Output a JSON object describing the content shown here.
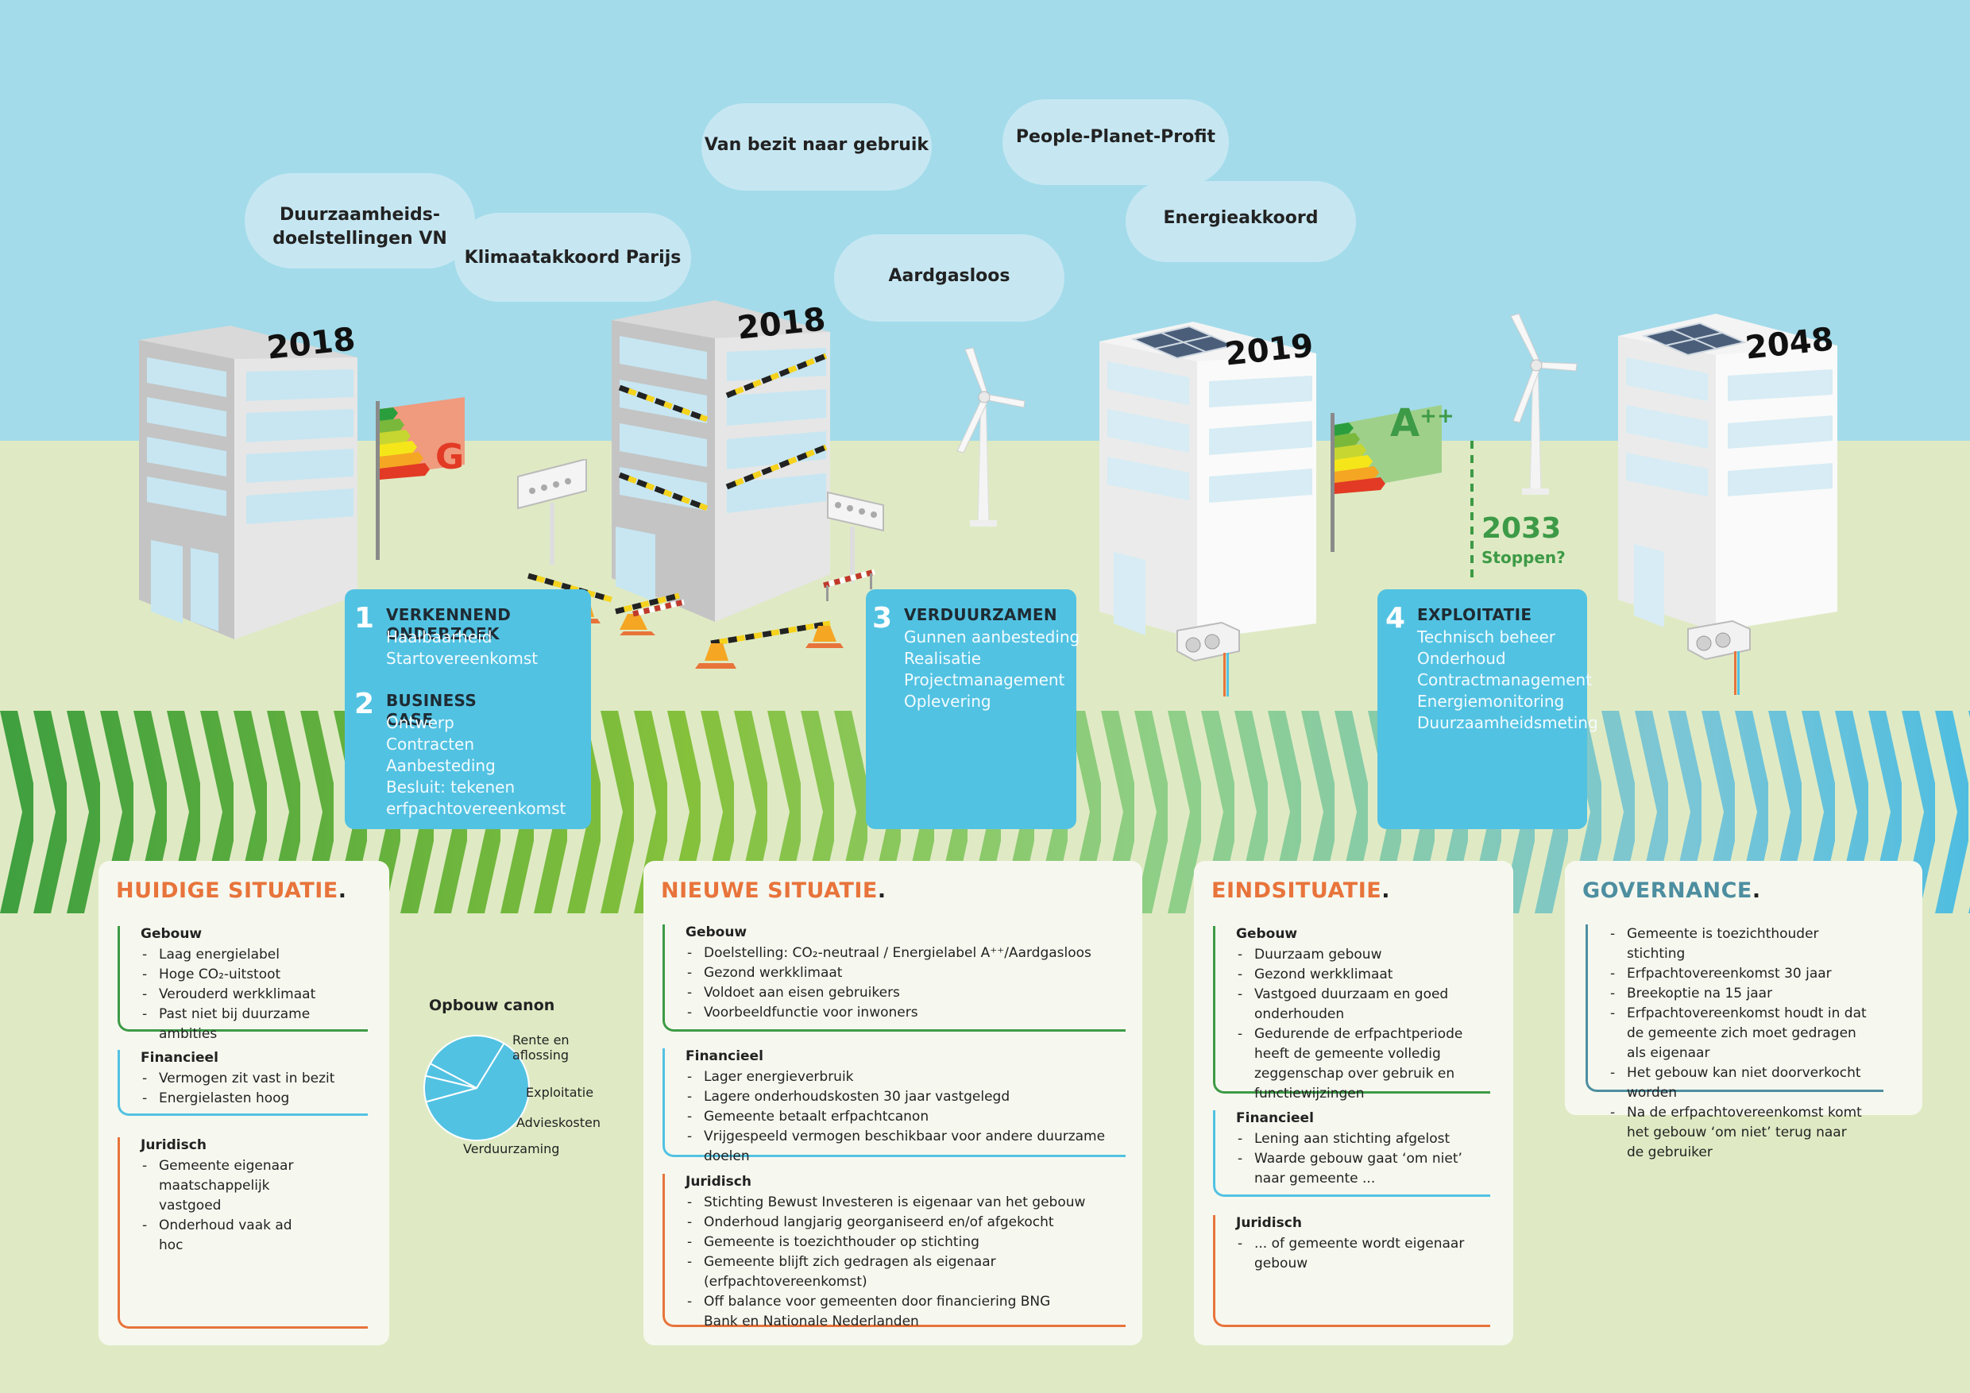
{
  "clouds": [
    "Duurzaamheids-\ndoelstellingen VN",
    "Klimaatakkoord Parijs",
    "Van bezit naar gebruik",
    "Aardgasloos",
    "People-Planet-Profit",
    "Energieakkoord"
  ],
  "years": [
    "2018",
    "2018",
    "2019",
    "2048"
  ],
  "labels": {
    "label_g": "G",
    "label_app": "A",
    "label_app_sup": "++",
    "stop_year": "2033",
    "stop_text": "Stoppen?"
  },
  "steps": [
    {
      "num": "1",
      "title": "VERKENNEND ONDERZOEK",
      "items": [
        "Haalbaarheid",
        "Startovereenkomst"
      ]
    },
    {
      "num": "2",
      "title": "BUSINESS CASE",
      "items": [
        "Ontwerp",
        "Contracten",
        "Aanbesteding",
        "Besluit: tekenen",
        "erfpachtovereenkomst"
      ]
    },
    {
      "num": "3",
      "title": "VERDUURZAMEN",
      "items": [
        "Gunnen aanbesteding",
        "Realisatie",
        "Projectmanagement",
        "Oplevering"
      ]
    },
    {
      "num": "4",
      "title": "EXPLOITATIE",
      "items": [
        "Technisch beheer",
        "Onderhoud",
        "Contractmanagement",
        "Energiemonitoring",
        "Duurzaamheidsmeting"
      ]
    }
  ],
  "panels": {
    "huidige": {
      "title": "HUIDIGE SITUATIE",
      "sections": [
        {
          "head": "Gebouw",
          "items": [
            "Laag energielabel",
            "Hoge CO₂-uitstoot",
            "Verouderd werkklimaat",
            "Past niet bij duurzame ambities"
          ]
        },
        {
          "head": "Financieel",
          "items": [
            "Vermogen zit vast in bezit",
            "Energielasten hoog"
          ]
        },
        {
          "head": "Juridisch",
          "items": [
            "Gemeente eigenaar maatschappelijk vastgoed",
            "Onderhoud vaak ad hoc"
          ]
        }
      ]
    },
    "nieuwe": {
      "title": "NIEUWE SITUATIE",
      "sections": [
        {
          "head": "Gebouw",
          "items": [
            "Doelstelling: CO₂-neutraal / Energielabel A⁺⁺/Aardgasloos",
            "Gezond werkklimaat",
            "Voldoet aan eisen gebruikers",
            "Voorbeeldfunctie voor inwoners"
          ]
        },
        {
          "head": "Financieel",
          "items": [
            "Lager energieverbruik",
            "Lagere onderhoudskosten 30 jaar vastgelegd",
            "Gemeente betaalt erfpachtcanon",
            "Vrijgespeeld vermogen beschikbaar voor andere duurzame doelen"
          ]
        },
        {
          "head": "Juridisch",
          "items": [
            "Stichting Bewust Investeren is eigenaar van het gebouw",
            "Onderhoud langjarig georganiseerd en/of afgekocht",
            "Gemeente is toezichthouder op stichting",
            "Gemeente blijft zich gedragen als eigenaar (erfpachtovereenkomst)",
            "Off balance voor gemeenten door financiering BNG Bank en Nationale Nederlanden"
          ]
        }
      ]
    },
    "eind": {
      "title": "EINDSITUATIE",
      "sections": [
        {
          "head": "Gebouw",
          "items": [
            "Duurzaam gebouw",
            "Gezond werkklimaat",
            "Vastgoed duurzaam en goed onderhouden",
            "Gedurende de erfpachtperiode heeft de gemeente volledig zeggenschap over gebruik en functiewijzingen"
          ]
        },
        {
          "head": "Financieel",
          "items": [
            "Lening aan stichting afgelost",
            "Waarde gebouw gaat ‘om niet’ naar gemeente ..."
          ]
        },
        {
          "head": "Juridisch",
          "items": [
            "... of gemeente wordt eigenaar gebouw"
          ]
        }
      ]
    },
    "governance": {
      "title": "GOVERNANCE",
      "sections": [
        {
          "head": "",
          "items": [
            "Gemeente is toezichthouder stichting",
            "Erfpachtovereenkomst 30 jaar",
            "Breekoptie na 15 jaar",
            "Erfpachtovereenkomst houdt in dat de gemeente zich moet gedragen als eigenaar",
            "Het gebouw kan niet doorverkocht worden",
            "Na de erfpachtovereenkomst komt het gebouw ‘om niet’ terug naar de gebruiker"
          ]
        }
      ]
    }
  },
  "chart_data": {
    "type": "pie",
    "title": "Opbouw canon",
    "categories": [
      "Rente en aflossing",
      "Exploitatie",
      "Advieskosten",
      "Verduurzaming"
    ],
    "values": [
      62,
      8,
      4,
      26
    ]
  },
  "colors": {
    "sky": "#a3dbea",
    "ground": "#dfeac4",
    "step_box": "#52c2e2",
    "orange": "#e8743b",
    "green": "#3d9a46",
    "teal": "#4d8ea0"
  }
}
